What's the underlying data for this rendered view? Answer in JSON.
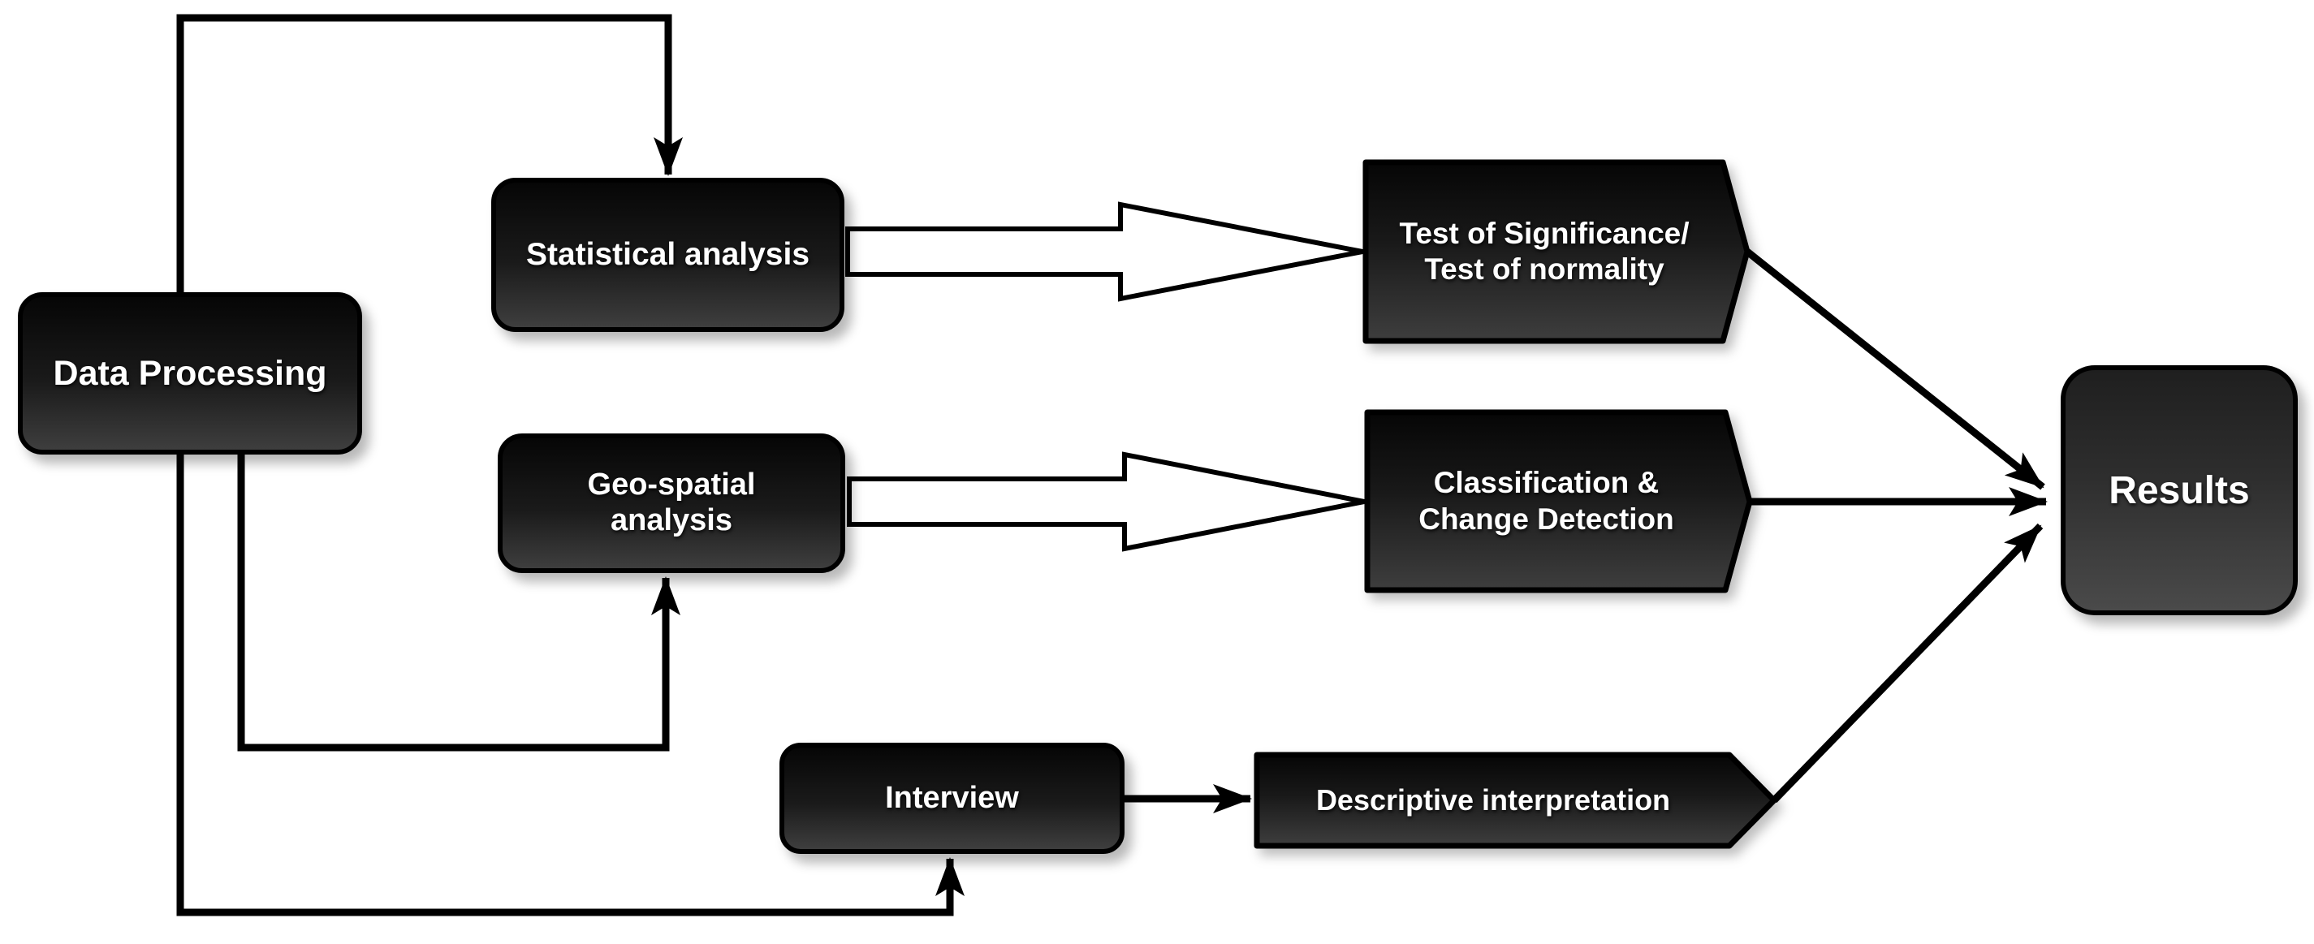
{
  "diagram": {
    "nodes": {
      "data_processing": {
        "label": "Data Processing"
      },
      "statistical_analysis": {
        "label": "Statistical analysis"
      },
      "geo_spatial_analysis": {
        "line1": "Geo-spatial",
        "line2": "analysis"
      },
      "interview": {
        "label": "Interview"
      },
      "test_of_significance": {
        "line1": "Test of Significance/",
        "line2": "Test of normality"
      },
      "classification_change_detection": {
        "line1": "Classification &",
        "line2": "Change Detection"
      },
      "descriptive_interpretation": {
        "label": "Descriptive interpretation"
      },
      "results": {
        "label": "Results"
      }
    },
    "edges": [
      {
        "from": "Data Processing",
        "to": "Statistical analysis",
        "type": "elbow-solid-arrow"
      },
      {
        "from": "Data Processing",
        "to": "Geo-spatial analysis",
        "type": "elbow-solid-arrow"
      },
      {
        "from": "Data Processing",
        "to": "Interview",
        "type": "elbow-solid-arrow"
      },
      {
        "from": "Statistical analysis",
        "to": "Test of Significance/ Test of normality",
        "type": "hollow-block-arrow"
      },
      {
        "from": "Geo-spatial analysis",
        "to": "Classification & Change Detection",
        "type": "hollow-block-arrow"
      },
      {
        "from": "Interview",
        "to": "Descriptive interpretation",
        "type": "solid-arrow"
      },
      {
        "from": "Test of Significance/ Test of normality",
        "to": "Results",
        "type": "solid-arrow"
      },
      {
        "from": "Classification & Change Detection",
        "to": "Results",
        "type": "solid-arrow"
      },
      {
        "from": "Descriptive interpretation",
        "to": "Results",
        "type": "solid-arrow"
      }
    ],
    "colors": {
      "background": "#ffffff",
      "line": "#000000",
      "node_border": "#000000",
      "node_fill_top": "#060606",
      "node_fill_bottom": "#3e3e3e",
      "results_fill_top": "#1f1f1f",
      "results_fill_bottom": "#4a4a4a",
      "text": "#ffffff",
      "hollow_arrow_fill": "#ffffff"
    }
  }
}
